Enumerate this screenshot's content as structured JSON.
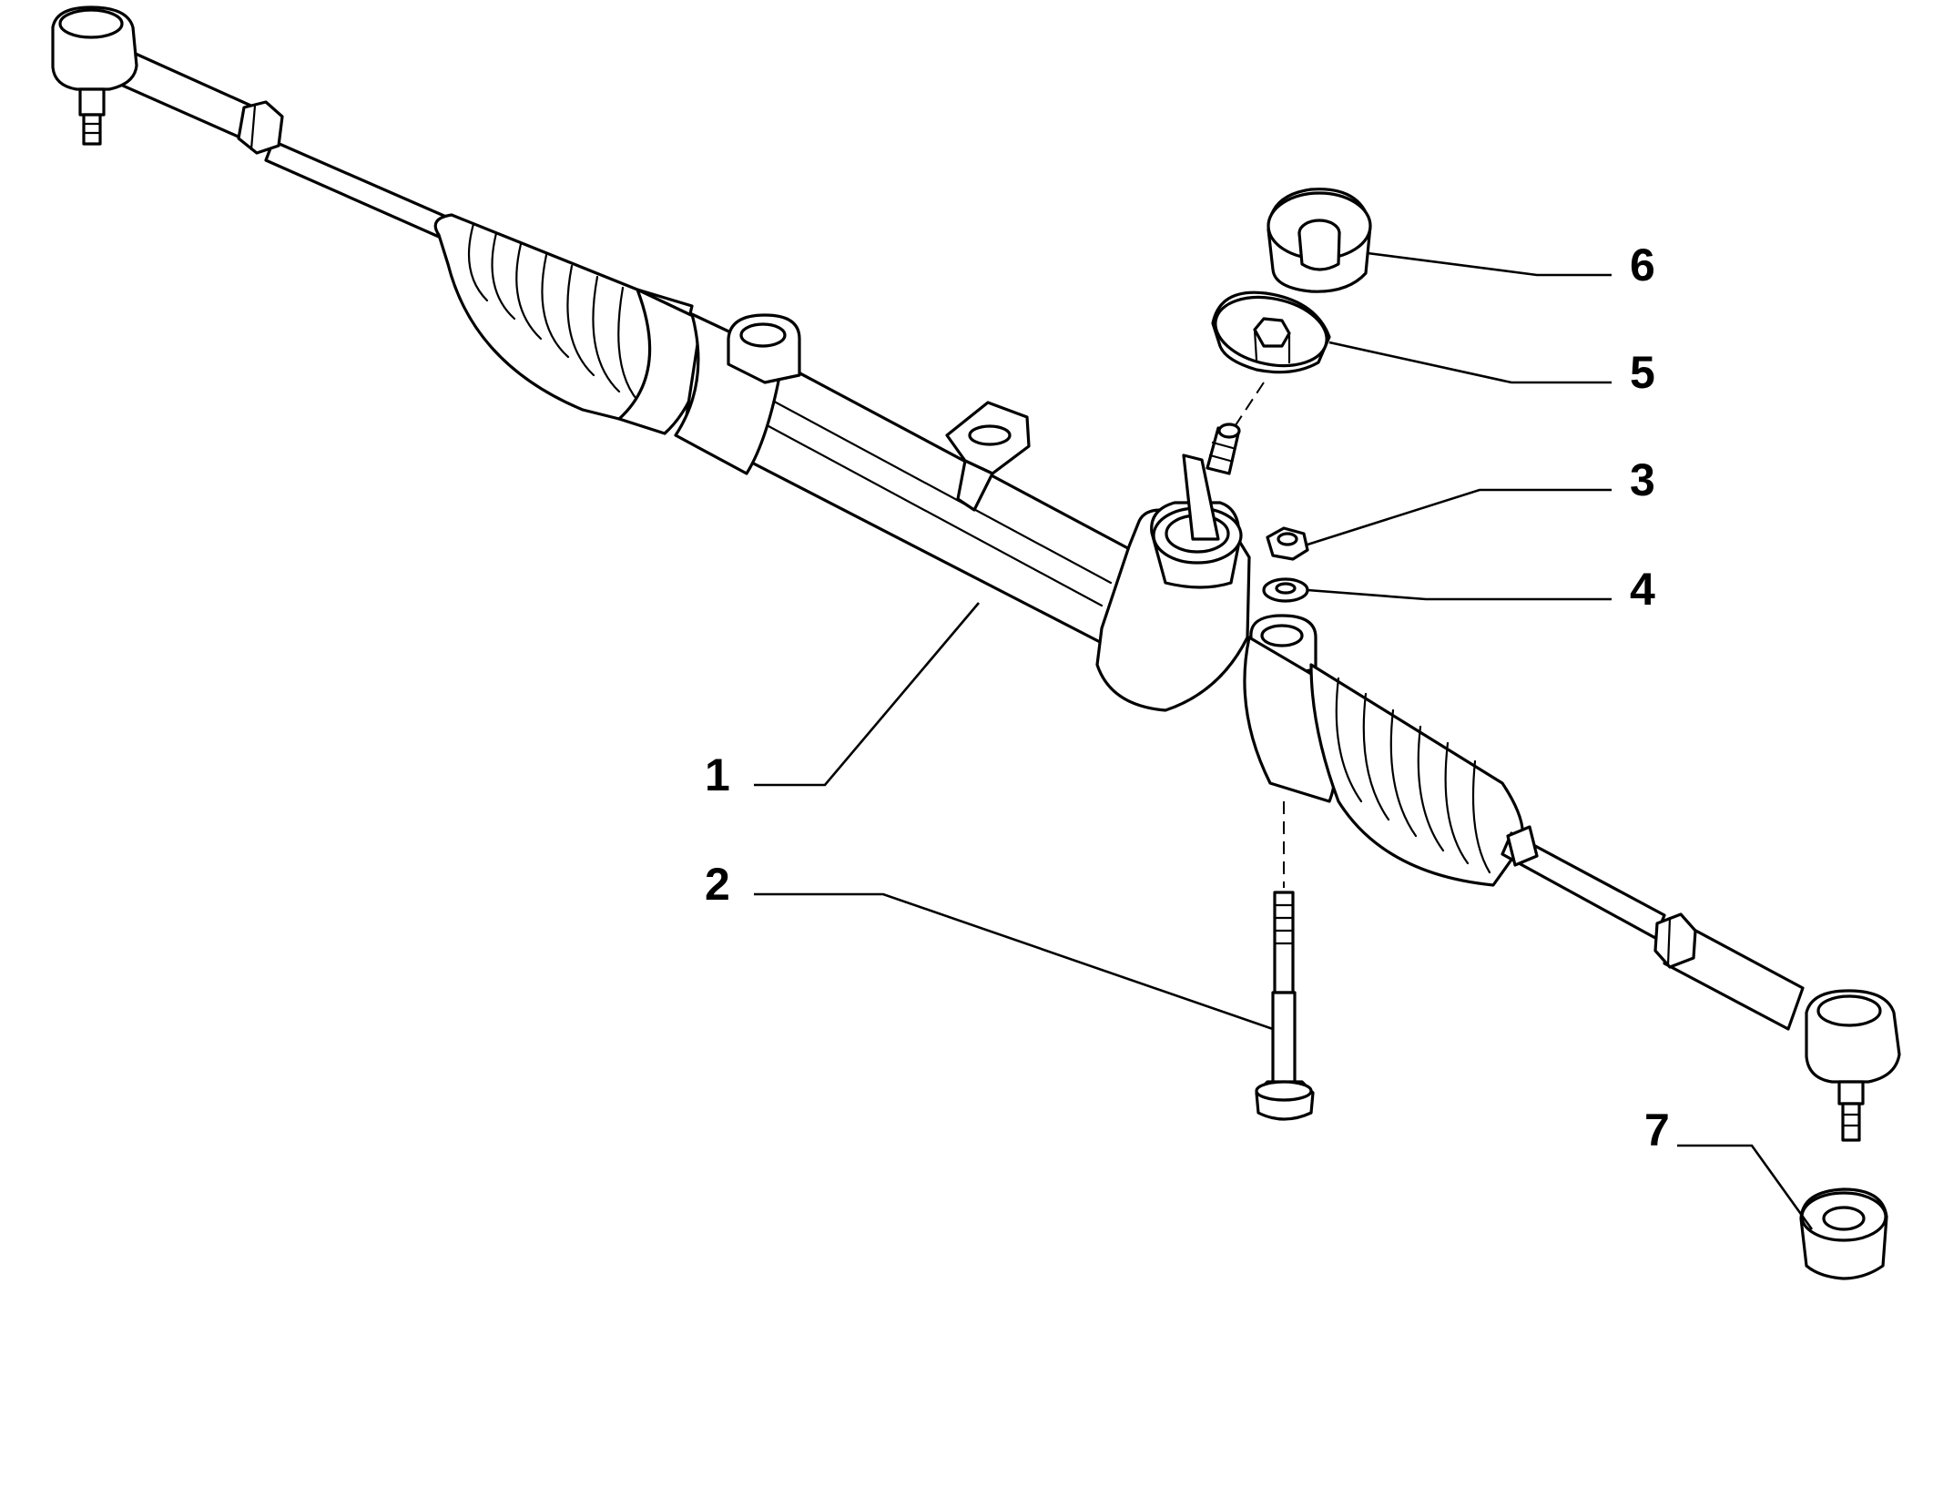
{
  "callouts": [
    {
      "number": "1",
      "part": "steering-rack"
    },
    {
      "number": "2",
      "part": "mounting-bolt"
    },
    {
      "number": "3",
      "part": "nut"
    },
    {
      "number": "4",
      "part": "washer"
    },
    {
      "number": "5",
      "part": "pinion-seal"
    },
    {
      "number": "6",
      "part": "dust-cap"
    },
    {
      "number": "7",
      "part": "tie-rod-nut"
    }
  ],
  "colors": {
    "line": "#000000",
    "background": "#ffffff"
  }
}
